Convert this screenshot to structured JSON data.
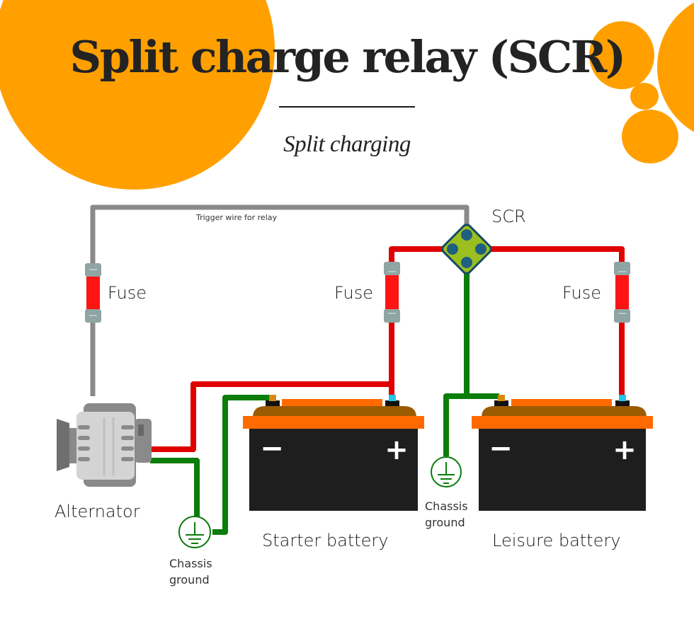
{
  "header": {
    "title": "Split charge relay (SCR)",
    "subtitle": "Split charging"
  },
  "colors": {
    "accent_orange": "#FFA000",
    "positive_wire": "#E00000",
    "ground_wire": "#0A7D0A",
    "trigger_wire": "#8A8A8A",
    "fuse_body": "#FF1414",
    "fuse_cap": "#8FA5A3",
    "scr_body": "#9ABF1E",
    "scr_terminal": "#1F5F80",
    "battery_body": "#1E1E1E",
    "battery_lid": "#FF6A00",
    "battery_top": "#9B5B00"
  },
  "diagram": {
    "trigger_wire_label": "Trigger wire for relay",
    "scr_label": "SCR",
    "fuses": [
      {
        "label": "Fuse"
      },
      {
        "label": "Fuse"
      },
      {
        "label": "Fuse"
      }
    ],
    "alternator": {
      "label": "Alternator"
    },
    "batteries": [
      {
        "label": "Starter battery",
        "negative_symbol": "−",
        "positive_symbol": "+"
      },
      {
        "label": "Leisure battery",
        "negative_symbol": "−",
        "positive_symbol": "+"
      }
    ],
    "grounds": [
      {
        "line1": "Chassis",
        "line2": "ground"
      },
      {
        "line1": "Chassis",
        "line2": "ground"
      }
    ]
  }
}
